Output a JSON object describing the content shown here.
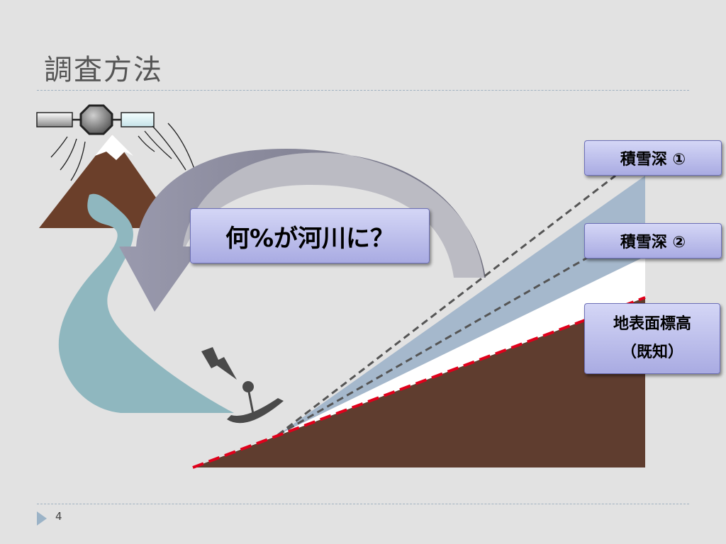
{
  "slide": {
    "title": "調査方法",
    "page_number": "4"
  },
  "labels": {
    "question": "何%が河川に？",
    "snow_depth_1": "積雪深 ①",
    "snow_depth_2": "積雪深 ②",
    "ground_elevation_line1": "地表面標高",
    "ground_elevation_line2": "（既知）"
  },
  "colors": {
    "background": "#e2e2e2",
    "mountain": "#6b3f2a",
    "ground": "#5f3d2f",
    "river": "#8fb7bf",
    "snow_layer": "#a5b8cc",
    "arrow": "#8a8aa0",
    "elevation_line": "#e0001b",
    "label_fill": "#b8baec"
  }
}
